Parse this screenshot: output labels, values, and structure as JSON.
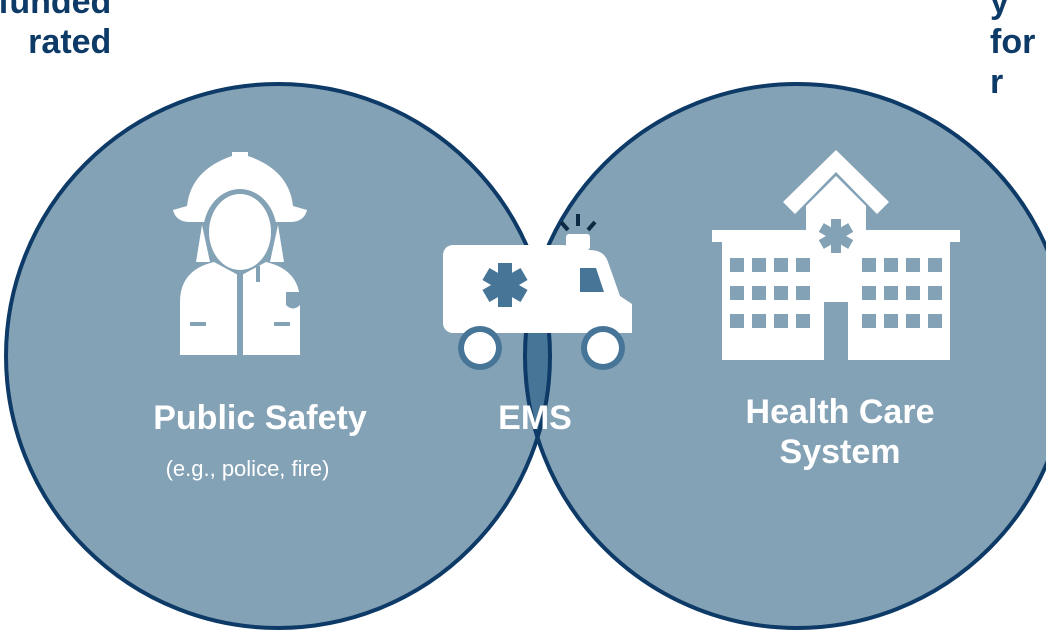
{
  "corner_text": {
    "left": "funded\nrated",
    "right": "y\nfor\nr"
  },
  "public_safety": {
    "title": "Public Safety",
    "subtitle": "(e.g., police, fire)",
    "icon": "firefighter-icon"
  },
  "ems": {
    "title": "EMS",
    "icon": "ambulance-icon"
  },
  "health_care": {
    "title": "Health Care\nSystem",
    "icon": "hospital-icon"
  },
  "colors": {
    "circle_fill": "#84a2b6",
    "overlap_fill": "#477597",
    "outline": "#0d3a66",
    "text_dark": "#0d3a66",
    "icon": "#ffffff"
  }
}
